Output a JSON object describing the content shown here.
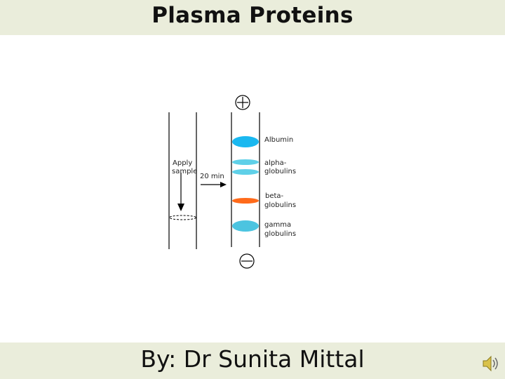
{
  "slide": {
    "title": "Plasma Proteins",
    "footer": "By: Dr Sunita Mittal"
  },
  "diagram": {
    "positive_symbol": "+",
    "negative_symbol": "−",
    "apply_label_line1": "Apply",
    "apply_label_line2": "sample",
    "time_label": "20 min",
    "bands": {
      "albumin": "Albumin",
      "alpha_line1": "alpha-",
      "alpha_line2": "globulins",
      "beta_line1": "beta-",
      "beta_line2": "globulins",
      "gamma_line1": "gamma",
      "gamma_line2": "globulins"
    },
    "colors": {
      "albumin": "#1ab8f0",
      "alpha": "#5fd0e8",
      "beta": "#ff6a1a",
      "gamma": "#4cc4e0"
    }
  },
  "audio": {
    "icon": "speaker-icon"
  }
}
